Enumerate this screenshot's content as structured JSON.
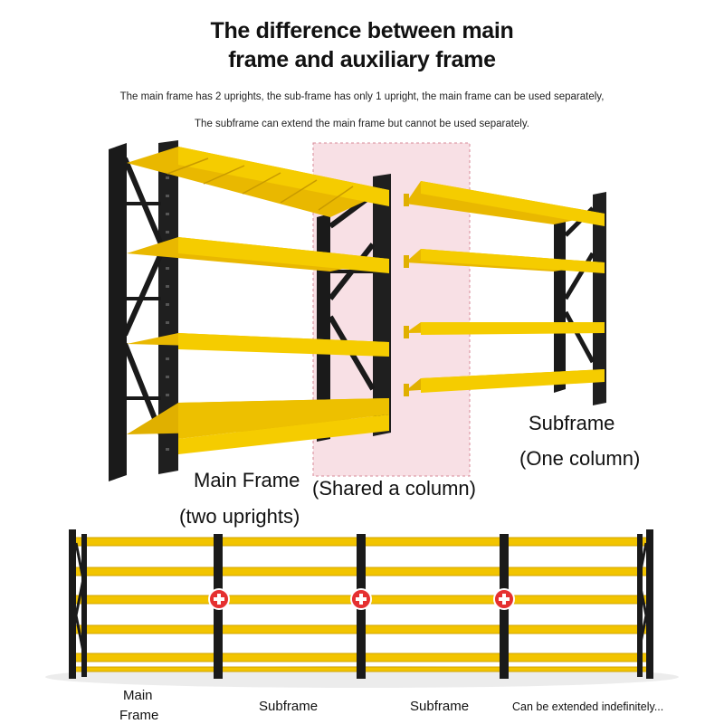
{
  "header": {
    "title_line1": "The difference between main",
    "title_line2": "frame and auxiliary frame",
    "note1": "The main frame has 2 uprights, the sub-frame has only 1 upright, the main frame can be used separately,",
    "note2": "The subframe can extend the main frame but cannot be used separately."
  },
  "labels": {
    "main_frame": "Main Frame",
    "main_frame_sub": "(two uprights)",
    "shared": "(Shared a column)",
    "subframe": "Subframe",
    "subframe_sub": "(One column)"
  },
  "bottom_labels": {
    "main_line1": "Main",
    "main_line2": "Frame",
    "subframe_a": "Subframe",
    "subframe_b": "Subframe",
    "extend": "Can be extended indefinitely..."
  },
  "colors": {
    "shelf_yellow": "#f2c400",
    "frame_black": "#1a1a1a",
    "highlight_pink": "#f6d6dc",
    "plus_red": "#e53030"
  },
  "icons": [
    "plus-icon",
    "plus-icon",
    "plus-icon"
  ]
}
